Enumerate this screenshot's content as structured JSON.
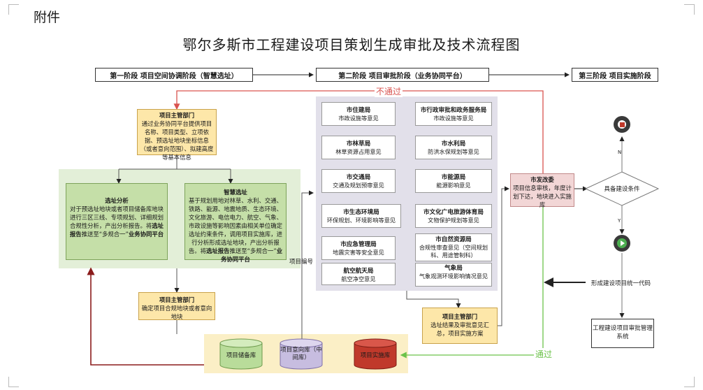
{
  "annex": "附件",
  "title": "鄂尔多斯市工程建设项目策划生成审批及技术流程图",
  "stages": {
    "s1": "第一阶段  项目空间协调阶段（智慧选址）",
    "s2": "第二阶段  项目审批阶段（业务协同平台）",
    "s3": "第三阶段  项目实施阶段"
  },
  "left_dept": {
    "title": "项目主管部门",
    "body": "通过业务协同平台提供项目名称、项目类型、立项依据、预选址地块坐标信息（或者意向范围）、拟建高度等基本信息"
  },
  "site_analysis": {
    "title": "选址分析",
    "body": "对于预选址地块或者项目储备库地块进行三区三线、专项规划、详细规划合规性分析，产出分析报告。将",
    "strong": "选址报告",
    "body2": "推送至“多规合一”",
    "strong2": "业务协同平台"
  },
  "smart_site": {
    "title": "智慧选址",
    "body": "基于规划用地对林草、水利、交通、铁路、能源、地震地质、生态环境、文化旅游、电信电力、航空、气象、市政设施等影响因素由相关单位确定选址约束条件，调用项目实施库，进行分析形成选址地块，产出分析报告。将",
    "strong": "选址报告",
    "body2": "推送至“多规合一”",
    "strong2": "业务协同平台"
  },
  "confirm_dept": {
    "title": "项目主管部门",
    "body": "确定项目合规地块或者意向地块"
  },
  "departments": [
    {
      "name": "市住建局",
      "desc": "市政设施等意见"
    },
    {
      "name": "市行政审批和政务服务局",
      "desc": "市政设施等意见"
    },
    {
      "name": "市林草局",
      "desc": "林草资源占用意见"
    },
    {
      "name": "市水利局",
      "desc": "防洪水保规划等意见"
    },
    {
      "name": "市交通局",
      "desc": "交通及规划预审意见"
    },
    {
      "name": "市能源局",
      "desc": "能源影响意见"
    },
    {
      "name": "市生态环境局",
      "desc": "环保规划、环境影响等意见"
    },
    {
      "name": "市文化广电旅游体育局",
      "desc": "文物保护规划等意见"
    },
    {
      "name": "市应急管理局",
      "desc": "地震灾害等安全意见"
    },
    {
      "name": "市自然资源局",
      "desc": "合规性审查意见（空间规划科、用途管制科）"
    },
    {
      "name": "航空航天局",
      "desc": "航空净空意见"
    },
    {
      "name": "气象局",
      "desc": "气象观测环境影响情况意见"
    }
  ],
  "summary_dept": {
    "title": "项目主管部门",
    "body": "选址结果及审批意见汇总，项目实施方案"
  },
  "fagai": {
    "title": "市发改委",
    "body": "项目信息审核，年度计划下达，地块进入实施库"
  },
  "databases": {
    "reserve": "项目储备库",
    "intent": "项目意向库（中间库）",
    "implement": "项目实施库"
  },
  "labels": {
    "reject": "不通过",
    "pass": "通过",
    "project_code": "项目编号",
    "condition": "具备建设条件",
    "no": "N",
    "yes": "Y",
    "unified_code": "形成建设项目统一代码",
    "mgmt_system": "工程建设项目审批管理系统"
  },
  "colors": {
    "reject_red": "#d9534f",
    "pass_green": "#6cc24a",
    "dark_red": "#8b1c1c",
    "yellow_box": "#fde7a9",
    "green_box": "#c5dfa8",
    "panel_green": "#e3efd8",
    "panel_grey": "#e2e0ea",
    "fagai_pink": "#f2d6d6"
  }
}
